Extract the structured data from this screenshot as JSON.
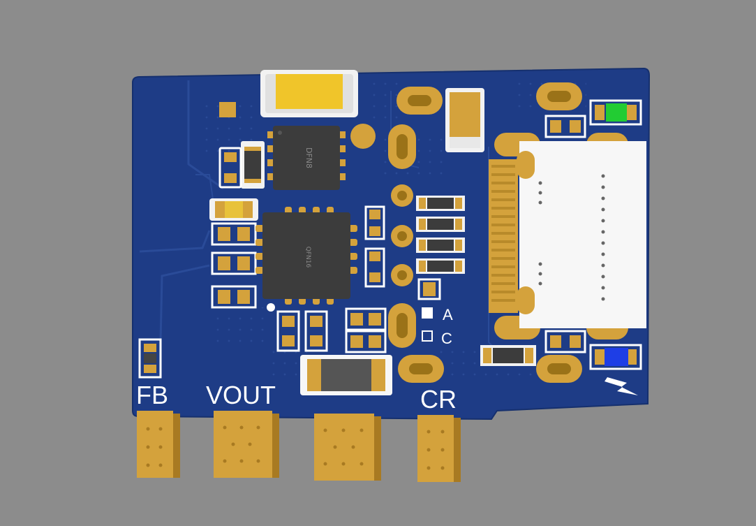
{
  "board": {
    "colors": {
      "background": "#8c8c8c",
      "board": "#1e3c86",
      "board_edge": "#16306e",
      "pad_gold": "#d4a23c",
      "pad_gold_dark": "#a87a22",
      "silkscreen": "#ffffff",
      "ic_body": "#3c3c3c",
      "led_green": "#22cc33",
      "led_blue": "#1e3ee6"
    },
    "labels": {
      "fb": "FB",
      "vout": "VOUT",
      "cr": "CR",
      "mark_a": "A",
      "mark_c": "C"
    },
    "chips": {
      "ic1": "DFN8",
      "ic2": "QFN16"
    },
    "icons": {
      "lightning": "lightning-bolt-icon",
      "led_green": "green-led",
      "led_blue": "blue-led",
      "connector": "usb-c-connector"
    }
  }
}
